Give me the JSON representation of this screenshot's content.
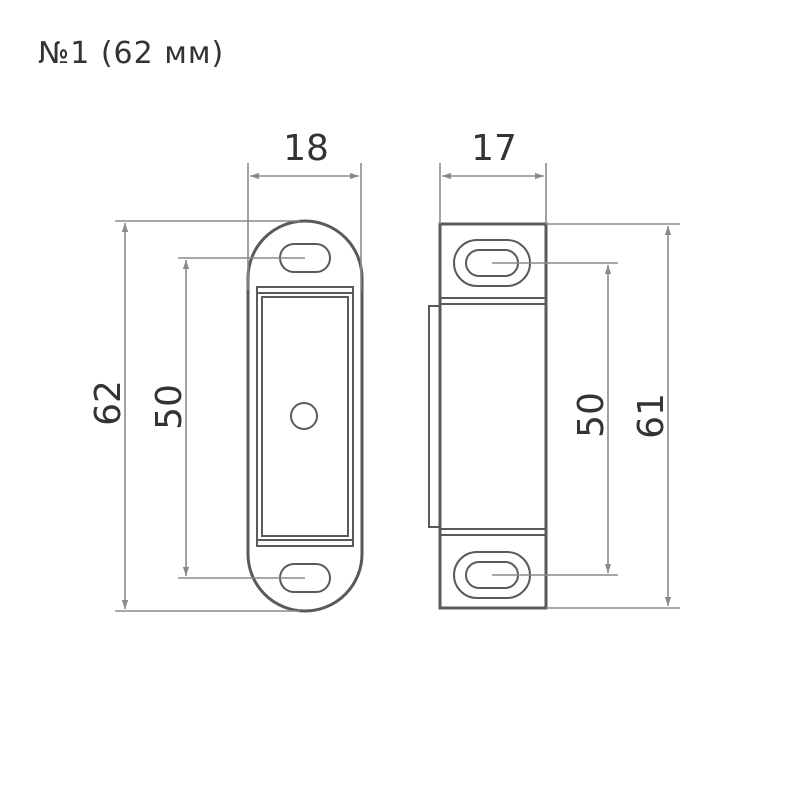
{
  "title": "№1 (62 мм)",
  "front_view": {
    "width_label": "18",
    "total_height_label": "62",
    "hole_spacing_label": "50"
  },
  "side_view": {
    "width_label": "17",
    "hole_spacing_label": "50",
    "total_height_label": "61"
  }
}
